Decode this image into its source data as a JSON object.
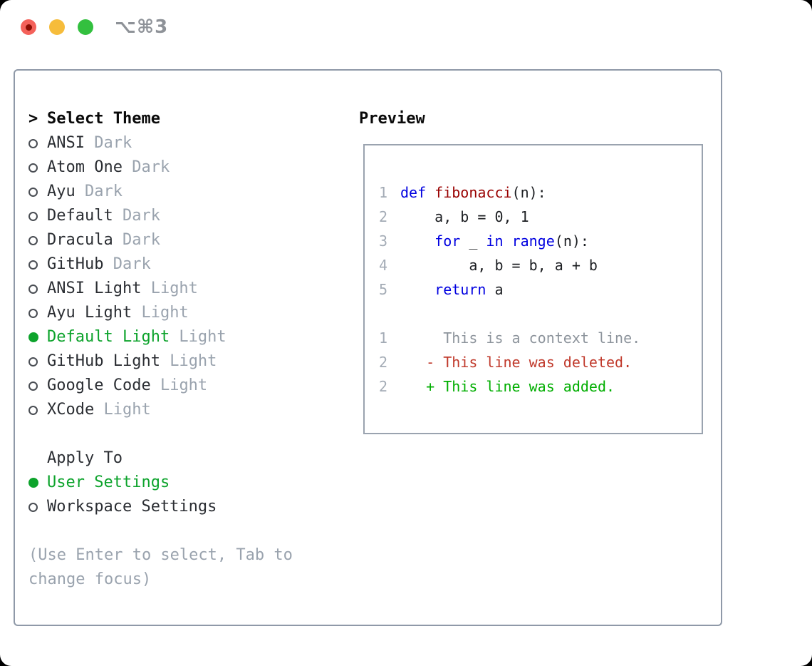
{
  "window": {
    "title": "⌥⌘3"
  },
  "theme_panel": {
    "prompt": ">",
    "header": "Select Theme",
    "items": [
      {
        "name": "ANSI",
        "variant": "Dark",
        "selected": false
      },
      {
        "name": "Atom One",
        "variant": "Dark",
        "selected": false
      },
      {
        "name": "Ayu",
        "variant": "Dark",
        "selected": false
      },
      {
        "name": "Default",
        "variant": "Dark",
        "selected": false
      },
      {
        "name": "Dracula",
        "variant": "Dark",
        "selected": false
      },
      {
        "name": "GitHub",
        "variant": "Dark",
        "selected": false
      },
      {
        "name": "ANSI Light",
        "variant": "Light",
        "selected": false
      },
      {
        "name": "Ayu Light",
        "variant": "Light",
        "selected": false
      },
      {
        "name": "Default Light",
        "variant": "Light",
        "selected": true
      },
      {
        "name": "GitHub Light",
        "variant": "Light",
        "selected": false
      },
      {
        "name": "Google Code",
        "variant": "Light",
        "selected": false
      },
      {
        "name": "XCode",
        "variant": "Light",
        "selected": false
      }
    ]
  },
  "apply_panel": {
    "header": "Apply To",
    "options": [
      {
        "label": "User Settings",
        "selected": true
      },
      {
        "label": "Workspace Settings",
        "selected": false
      }
    ]
  },
  "hint": "(Use Enter to select, Tab to change focus)",
  "preview": {
    "header": "Preview",
    "lines": [
      {
        "num": "1",
        "segments": [
          {
            "t": "def",
            "c": "keyword"
          },
          {
            "t": " "
          },
          {
            "t": "fibonacci",
            "c": "function"
          },
          {
            "t": "(n):"
          }
        ]
      },
      {
        "num": "2",
        "segments": [
          {
            "t": "    a, b = 0, 1"
          }
        ]
      },
      {
        "num": "3",
        "segments": [
          {
            "t": "    "
          },
          {
            "t": "for",
            "c": "keyword"
          },
          {
            "t": " _ "
          },
          {
            "t": "in",
            "c": "keyword"
          },
          {
            "t": " "
          },
          {
            "t": "range",
            "c": "builtin"
          },
          {
            "t": "(n):"
          }
        ]
      },
      {
        "num": "4",
        "segments": [
          {
            "t": "        a, b = b, a + b"
          }
        ]
      },
      {
        "num": "5",
        "segments": [
          {
            "t": "    "
          },
          {
            "t": "return",
            "c": "keyword"
          },
          {
            "t": " a"
          }
        ]
      },
      {
        "num": "",
        "segments": []
      },
      {
        "num": "1",
        "segments": [
          {
            "t": "     This is a context line.",
            "c": "context"
          }
        ]
      },
      {
        "num": "2",
        "segments": [
          {
            "t": "   - This line was deleted.",
            "c": "deleted"
          }
        ]
      },
      {
        "num": "2",
        "segments": [
          {
            "t": "   + This line was added.",
            "c": "added"
          }
        ]
      }
    ]
  },
  "colors": {
    "accent_green": "#0da32c",
    "keyword_blue": "#0000e0",
    "function_red": "#990000",
    "deleted_red": "#c0392b",
    "added_green": "#00ae00",
    "context_gray": "#8d949c",
    "muted_gray": "#9aa3ae",
    "text_dark": "#2b2e33",
    "line_number_gray": "#a3abb5",
    "border_gray": "#8f99a8"
  }
}
